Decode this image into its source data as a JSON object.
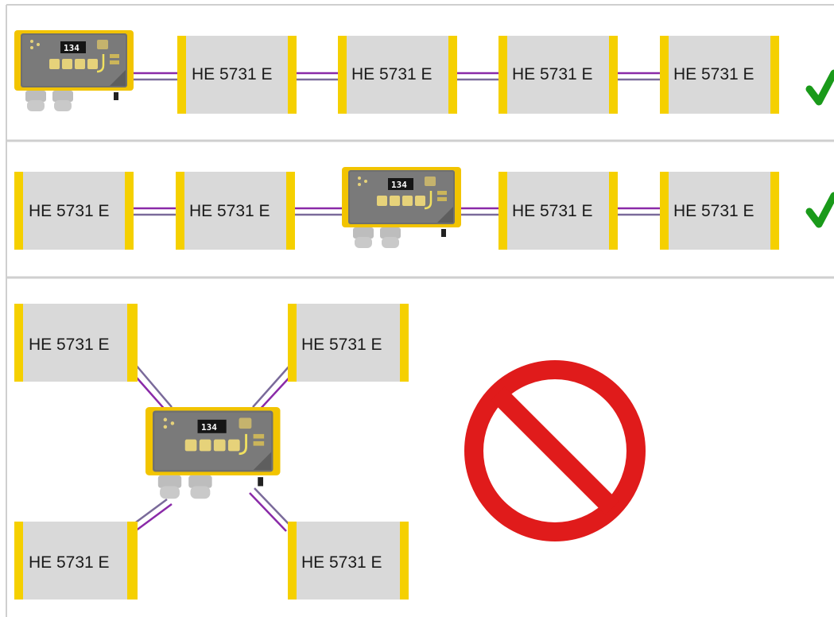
{
  "diagram": {
    "row1": {
      "modules": [
        "HE 5731 E",
        "HE 5731 E",
        "HE 5731 E",
        "HE 5731 E"
      ],
      "display_value": "134",
      "status_icon": "check-icon",
      "status_color": "#1a9a1a"
    },
    "row2": {
      "modules": [
        "HE 5731 E",
        "HE 5731 E",
        "HE 5731 E",
        "HE 5731 E"
      ],
      "display_value": "134",
      "status_icon": "check-icon",
      "status_color": "#1a9a1a"
    },
    "row3": {
      "modules": [
        "HE 5731 E",
        "HE 5731 E",
        "HE 5731 E",
        "HE 5731 E"
      ],
      "display_value": "134",
      "status_icon": "prohibited-icon",
      "status_color": "#e01b1b"
    }
  },
  "colors": {
    "module_fill": "#d9d9d9",
    "module_edge": "#f5d000",
    "cable_a": "#8a2aa8",
    "cable_b": "#7a6a9a"
  }
}
